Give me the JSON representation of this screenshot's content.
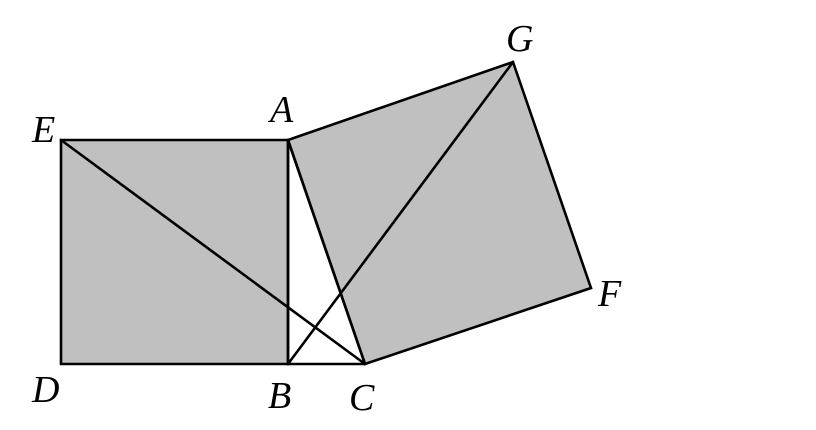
{
  "figure": {
    "fill_color": "#c0c0c0",
    "line_color": "#000000",
    "background_color": "#ffffff"
  },
  "labels": {
    "A": "A",
    "B": "B",
    "C": "C",
    "D": "D",
    "E": "E",
    "F": "F",
    "G": "G"
  }
}
